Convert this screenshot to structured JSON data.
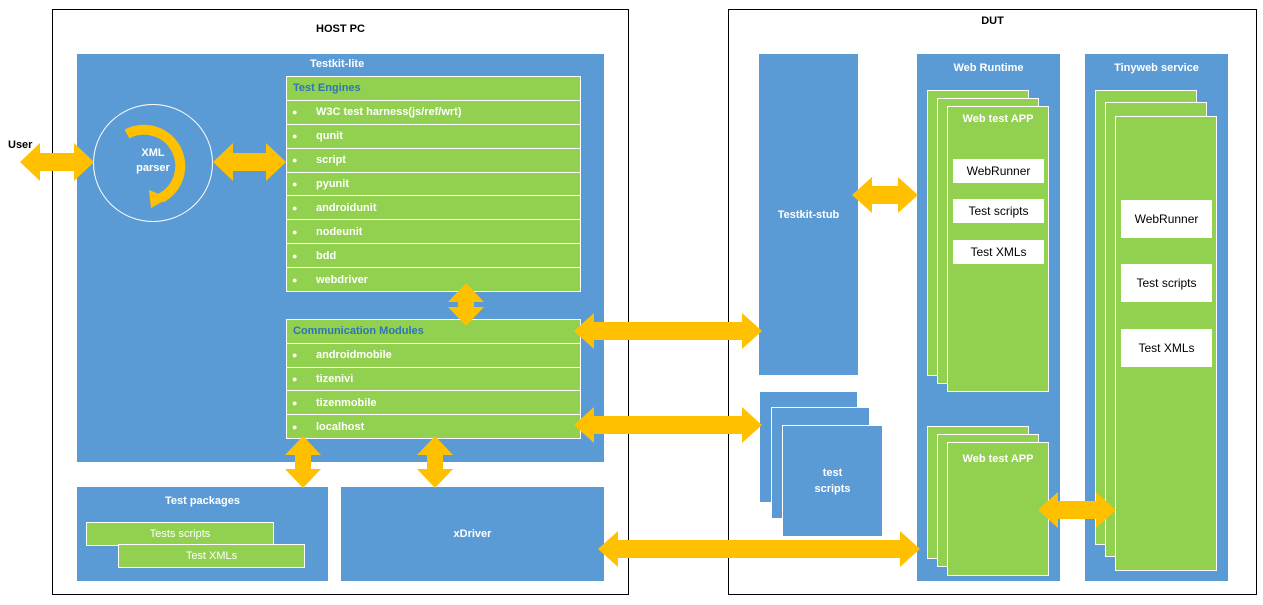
{
  "host": {
    "title": "HOST PC",
    "user_label": "User",
    "testkit_lite": {
      "title": "Testkit-lite",
      "parser_label": "XML parser",
      "test_engines": {
        "title": "Test Engines",
        "items": [
          "W3C test harness(js/ref/wrt)",
          "qunit",
          "script",
          "pyunit",
          "androidunit",
          "nodeunit",
          "bdd",
          "webdriver"
        ]
      },
      "comm_modules": {
        "title": "Communication Modules",
        "items": [
          "androidmobile",
          "tizenivi",
          "tizenmobile",
          "localhost"
        ]
      }
    },
    "test_packages": {
      "title": "Test packages",
      "scripts_label": "Tests scripts",
      "xmls_label": "Test XMLs"
    },
    "xdriver": {
      "label": "xDriver"
    }
  },
  "dut": {
    "title": "DUT",
    "testkit_stub": {
      "label": "Testkit-stub"
    },
    "test_scripts": {
      "label": "test scripts"
    },
    "web_runtime": {
      "title": "Web Runtime",
      "app_top": {
        "title": "Web test APP",
        "items": [
          "WebRunner",
          "Test scripts",
          "Test XMLs"
        ]
      },
      "app_bottom": {
        "title": "Web test APP"
      }
    },
    "tinyweb": {
      "title": "Tinyweb service",
      "items": [
        "WebRunner",
        "Test scripts",
        "Test XMLs"
      ]
    }
  },
  "colors": {
    "container_blue": "#5b9bd5",
    "module_green": "#92d050",
    "arrow_orange": "#ffc000",
    "heading_blue": "#2e75b6"
  }
}
